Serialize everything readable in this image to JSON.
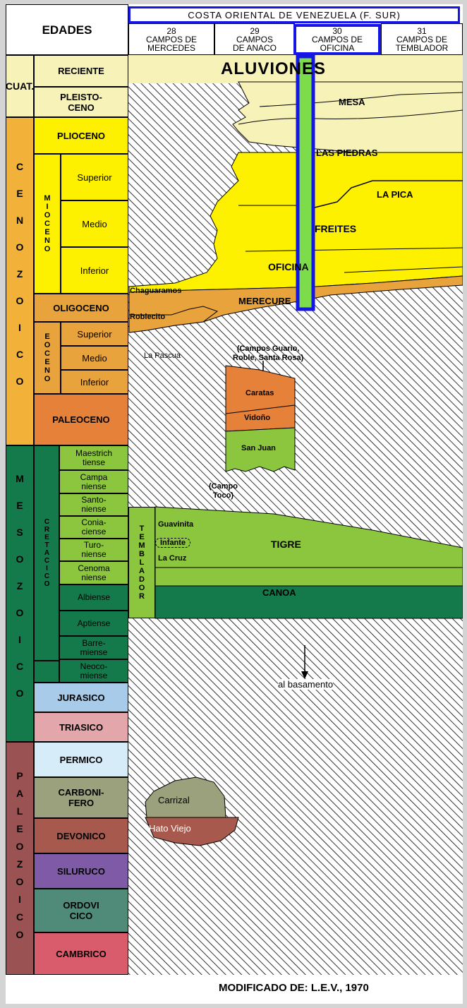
{
  "header": {
    "edades": "EDADES",
    "region_title": "COSTA ORIENTAL DE VENEZUELA (F. SUR)",
    "fields": [
      {
        "number": "28",
        "line1": "CAMPOS DE",
        "line2": "MERCEDES"
      },
      {
        "number": "29",
        "line1": "CAMPOS",
        "line2": "DE ANACO"
      },
      {
        "number": "30",
        "line1": "CAMPOS DE",
        "line2": "OFICINA"
      },
      {
        "number": "31",
        "line1": "CAMPOS DE",
        "line2": "TEMBLADOR"
      }
    ]
  },
  "eras": {
    "cuat": "CUAT.",
    "cenozoico": "CENOZOICO",
    "mesozoico": "MESOZOICO",
    "paleozoico": "PALEOZOICO"
  },
  "subdivisions": {
    "mioceno": "MIOCENO",
    "eoceno": "EOCENO",
    "cretacico": "CRETACICO",
    "temblador": "TEMBLADOR"
  },
  "ages": {
    "reciente": "RECIENTE",
    "pleistoceno": [
      "PLEISTO-",
      "CENO"
    ],
    "plioceno": "PLIOCENO",
    "mio_superior": "Superior",
    "mio_medio": "Medio",
    "mio_inferior": "Inferior",
    "oligoceno": "OLIGOCENO",
    "eo_superior": "Superior",
    "eo_medio": "Medio",
    "eo_inferior": "Inferior",
    "paleoceno": "PALEOCENO",
    "maestrichtiense": [
      "Maestrich",
      "tiense"
    ],
    "campaniense": [
      "Campa",
      "niense"
    ],
    "santoniense": [
      "Santo-",
      "niense"
    ],
    "coniaciense": [
      "Conia-",
      "ciense"
    ],
    "turoniense": [
      "Turo-",
      "niense"
    ],
    "cenomaniense": [
      "Cenoma",
      "niense"
    ],
    "albiense": "Albiense",
    "aptiense": "Aptiense",
    "barremiense": [
      "Barre-",
      "miense"
    ],
    "neocomiense": [
      "Neoco-",
      "miense"
    ],
    "jurasico": "JURASICO",
    "triasico": "TRIASICO",
    "permico": "PERMICO",
    "carbonifero": [
      "CARBONI-",
      "FERO"
    ],
    "devonico": "DEVONICO",
    "siluruco": "SILURUCO",
    "ordovicico": [
      "ORDOVI",
      "CICO"
    ],
    "cambrico": "CAMBRICO"
  },
  "formations": {
    "aluviones": "ALUVIONES",
    "mesa": "MESA",
    "las_piedras": "LAS PIEDRAS",
    "la_pica": "LA PICA",
    "freites": "FREITES",
    "oficina": "OFICINA",
    "chaguaramos": "Chaguaramos",
    "merecure": "MERECURE",
    "roblecito": "Roblecito",
    "la_pascua": "La Pascua",
    "campos_guario": [
      "(Campos Guario,",
      "Roble, Santa Rosa)"
    ],
    "caratas": "Caratas",
    "vidono": "Vidoño",
    "san_juan": "San Juan",
    "campo_toco": [
      "(Campo",
      "Toco)"
    ],
    "guavinita": "Guavinita",
    "infante": "Infante",
    "la_cruz": "La Cruz",
    "tigre": "TIGRE",
    "canoa": "CANOA",
    "al_basamento": "al basamento",
    "carrizal": "Carrizal",
    "hato_viejo": "Hato Viejo"
  },
  "footer": "MODIFICADO DE: L.E.V., 1970",
  "colors": {
    "cenozoic_era": "#f2b23a",
    "mesozoic_era": "#157a4b",
    "paleozoic_era": "#9b5252",
    "quaternary": "#f7f2b8",
    "neogene": "#fdf100",
    "paleogene": "#e8a33c",
    "paleocene": "#e6813a",
    "cretaceous": "#8cc63f",
    "jurassic": "#a8cbea",
    "triassic": "#e3a7ab",
    "permian": "#d7ecf9",
    "carboniferous": "#9aa17c",
    "devonian": "#a8594d",
    "silurian": "#7f5ba7",
    "ordovician": "#4f8b78",
    "cambrian": "#d85c6b",
    "highlight_box": "#1515e6",
    "highlight_column": "#7ddc4a"
  }
}
